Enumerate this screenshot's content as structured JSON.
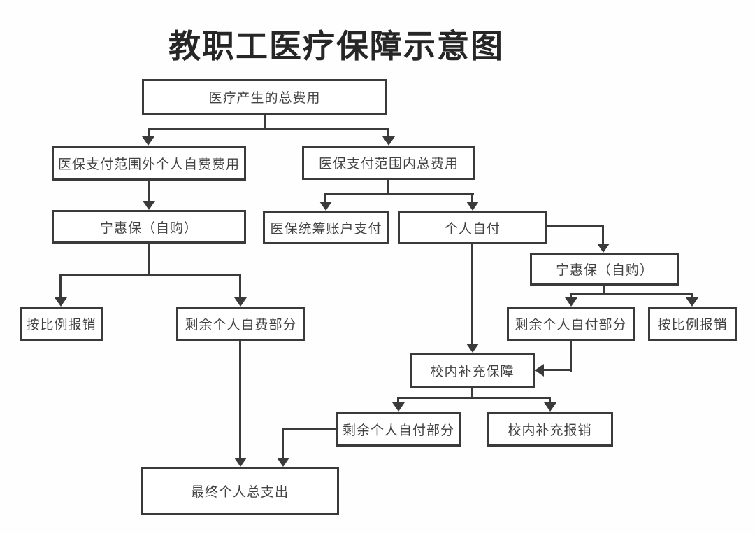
{
  "title": "教职工医疗保障示意图",
  "nodes": {
    "total_cost": "医疗产生的总费用",
    "outside_scope_self_fee": "医保支付范围外个人自费费用",
    "inside_scope_total": "医保支付范围内总费用",
    "ninghuibao_left": "宁惠保（自购）",
    "pooled_account_pay": "医保统筹账户支付",
    "personal_self_pay": "个人自付",
    "ninghuibao_right": "宁惠保（自购）",
    "proportional_reimburse_left": "按比例报销",
    "remaining_self_fee": "剩余个人自费部分",
    "remaining_self_pay_upper": "剩余个人自付部分",
    "proportional_reimburse_right": "按比例报销",
    "campus_supplement": "校内补充保障",
    "remaining_self_pay_lower": "剩余个人自付部分",
    "campus_supplement_reimburse": "校内补充报销",
    "final_personal_total": "最终个人总支出"
  },
  "colors": {
    "line": "#3a3a3a",
    "text": "#424242",
    "title": "#262626",
    "background": "#fefefe"
  }
}
